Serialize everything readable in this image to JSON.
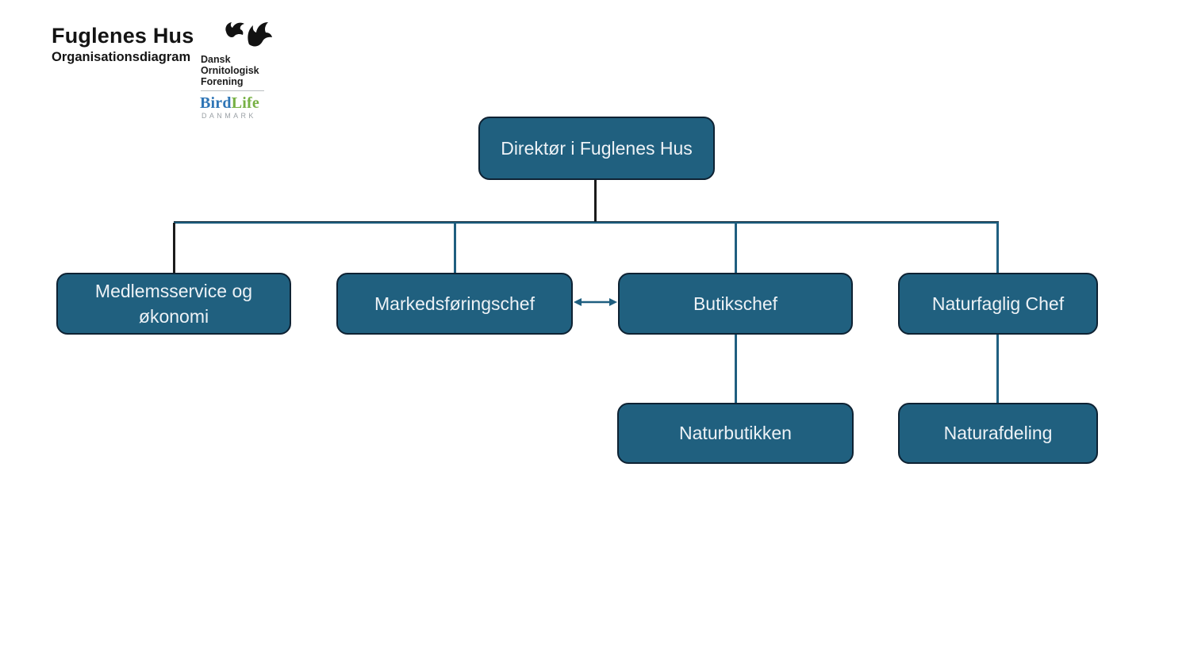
{
  "header": {
    "title": "Fuglenes Hus",
    "subtitle": "Organisationsdiagram"
  },
  "logo": {
    "icon": "two-flying-terns-silhouette",
    "org_name_lines": [
      "Dansk",
      "Ornitologisk",
      "Forening"
    ],
    "org_name_line1": "Dansk",
    "org_name_line2": "Ornitologisk",
    "org_name_line3": "Forening",
    "wordmark": {
      "part1": "Bird",
      "part2": "Life",
      "country": "DANMARK"
    }
  },
  "colors": {
    "node_fill": "#20607F",
    "node_border": "#0E2233",
    "node_text": "#EDF2F6",
    "connector_teal": "#1F5F80",
    "connector_black": "#1B1B1B",
    "wordmark_bird_blue": "#2E75B6",
    "wordmark_life_green": "#76B043",
    "wordmark_country_gray": "#9BA1A6"
  },
  "diagram": {
    "type": "org-chart",
    "nodes": [
      {
        "id": "direktor",
        "label": "Direktør i Fuglenes Hus",
        "level": 1
      },
      {
        "id": "medlemsservice",
        "label": "Medlemsservice og økonomi",
        "level": 2
      },
      {
        "id": "markedsfoering",
        "label": "Markedsføringschef",
        "level": 2
      },
      {
        "id": "butikschef",
        "label": "Butikschef",
        "level": 2
      },
      {
        "id": "naturfaglig",
        "label": "Naturfaglig Chef",
        "level": 2
      },
      {
        "id": "naturbutikken",
        "label": "Naturbutikken",
        "level": 3
      },
      {
        "id": "naturafdeling",
        "label": "Naturafdeling",
        "level": 3
      }
    ],
    "edges": [
      {
        "from": "direktor",
        "to": "medlemsservice",
        "type": "reports"
      },
      {
        "from": "direktor",
        "to": "markedsfoering",
        "type": "reports"
      },
      {
        "from": "direktor",
        "to": "butikschef",
        "type": "reports"
      },
      {
        "from": "direktor",
        "to": "naturfaglig",
        "type": "reports"
      },
      {
        "from": "butikschef",
        "to": "naturbutikken",
        "type": "reports"
      },
      {
        "from": "naturfaglig",
        "to": "naturafdeling",
        "type": "reports"
      },
      {
        "from": "markedsfoering",
        "to": "butikschef",
        "type": "bidirectional-arrow"
      }
    ]
  }
}
